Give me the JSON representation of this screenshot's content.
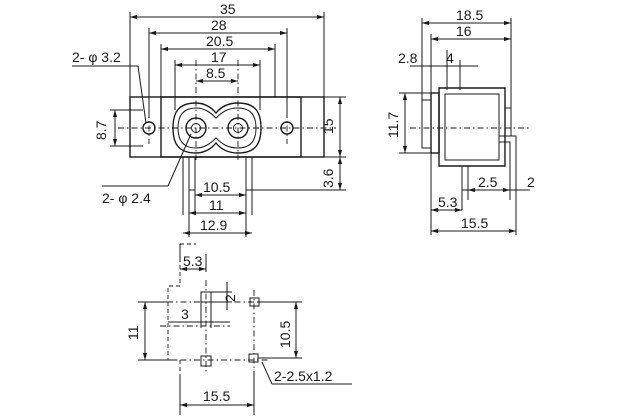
{
  "front_view": {
    "dims": {
      "w35": "35",
      "w28": "28",
      "w20_5": "20.5",
      "w17": "17",
      "w8_5": "8.5",
      "h8_7": "8.7",
      "h15": "15",
      "h3_6": "3.6",
      "w10_5": "10.5",
      "w11": "11",
      "w12_9": "12.9"
    },
    "holes_label": "2- φ 3.2",
    "pins_label": "2- φ 2.4"
  },
  "side_view": {
    "dims": {
      "w18_5": "18.5",
      "w16": "16",
      "w2_8": "2.8",
      "w4": "4",
      "h11_7": "11.7",
      "w2_5": "2.5",
      "w2": "2",
      "w5_3": "5.3",
      "w15_5": "15.5"
    }
  },
  "pcb_view": {
    "dims": {
      "w5_3": "5.3",
      "h2": "2",
      "w3": "3",
      "h11": "11",
      "h10_5": "10.5",
      "w15_5": "15.5"
    },
    "slot_label": "2-2.5x1.2"
  }
}
